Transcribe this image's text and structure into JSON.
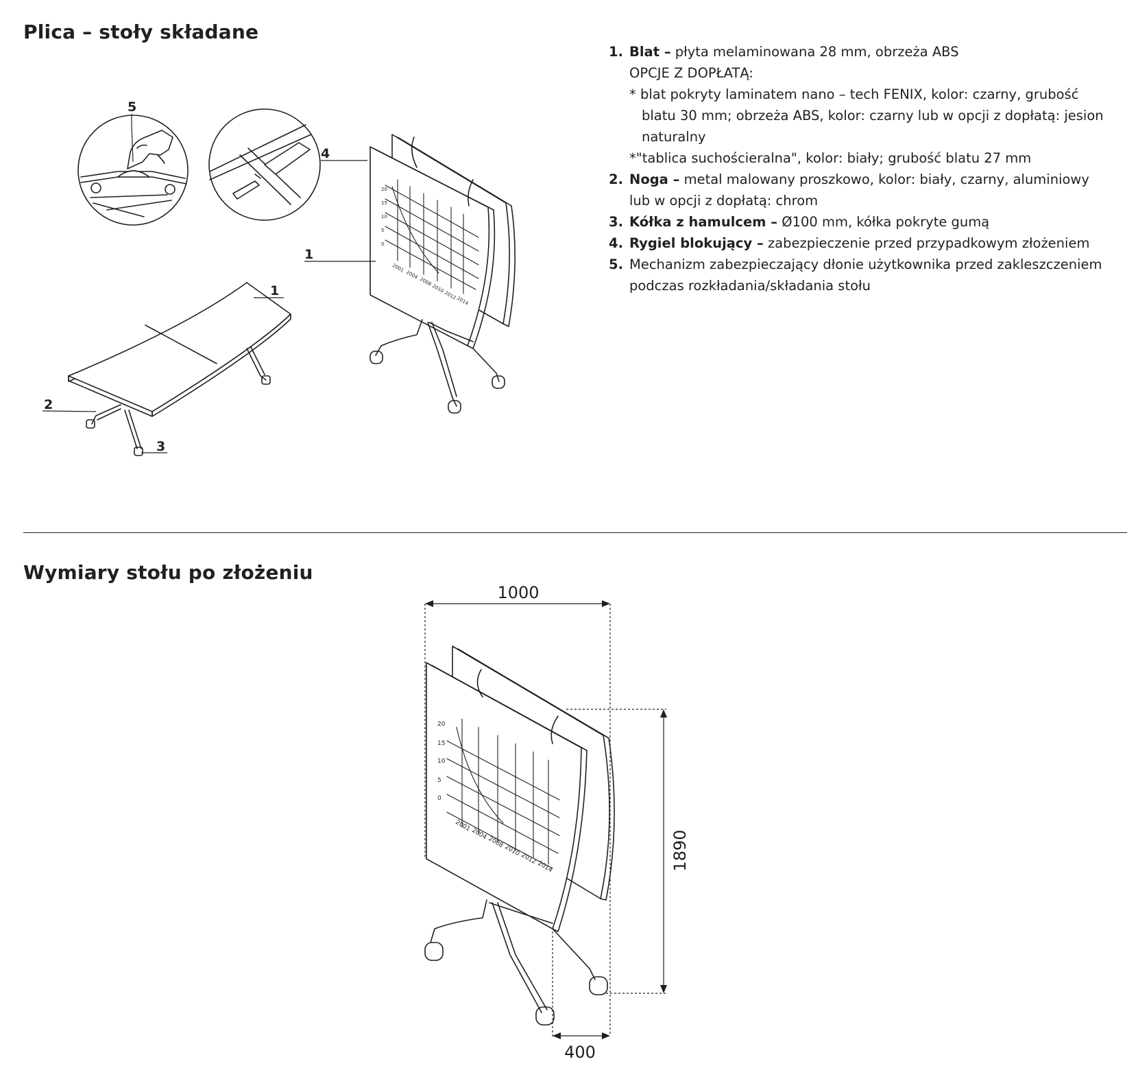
{
  "section1": {
    "title": "Plica – stoły składane"
  },
  "section2": {
    "title": "Wymiary stołu po złożeniu"
  },
  "specs": [
    {
      "num": "1.",
      "name": "Blat –",
      "text": "płyta melaminowana 28 mm, obrzeża ABS"
    },
    {
      "options_header": "OPCJE Z DOPŁATĄ:"
    },
    {
      "option1_line1": "* blat pokryty laminatem nano – tech FENIX, kolor: czarny, grubość",
      "option1_line2": "blatu 30 mm; obrzeża ABS, kolor: czarny lub w opcji z dopłatą: jesion",
      "option1_line3": "naturalny"
    },
    {
      "option2": "*\"tablica suchościeralna\", kolor: biały; grubość blatu 27 mm"
    },
    {
      "num": "2.",
      "name": "Noga –",
      "text": "metal malowany proszkowo, kolor: biały, czarny, aluminiowy",
      "text2": "lub w opcji z dopłatą: chrom"
    },
    {
      "num": "3.",
      "name": "Kółka z hamulcem –",
      "text": "Ø100 mm, kółka pokryte gumą"
    },
    {
      "num": "4.",
      "name": "Rygiel blokujący –",
      "text": "zabezpieczenie przed przypadkowym złożeniem"
    },
    {
      "num": "5.",
      "text": "Mechanizm zabezpieczający dłonie użytkownika przed zakleszczeniem",
      "text2": "podczas rozkładania/składania stołu"
    }
  ],
  "callouts": {
    "c1a": "1",
    "c1b": "1",
    "c2": "2",
    "c3": "3",
    "c4": "4",
    "c5": "5"
  },
  "board_labels": {
    "y": [
      "20",
      "15",
      "10",
      "5",
      "0"
    ],
    "x": [
      "2001",
      "2004",
      "2008",
      "2010",
      "2012",
      "2014"
    ]
  },
  "dimensions": {
    "width": "1000",
    "height": "1890",
    "depth": "400"
  }
}
